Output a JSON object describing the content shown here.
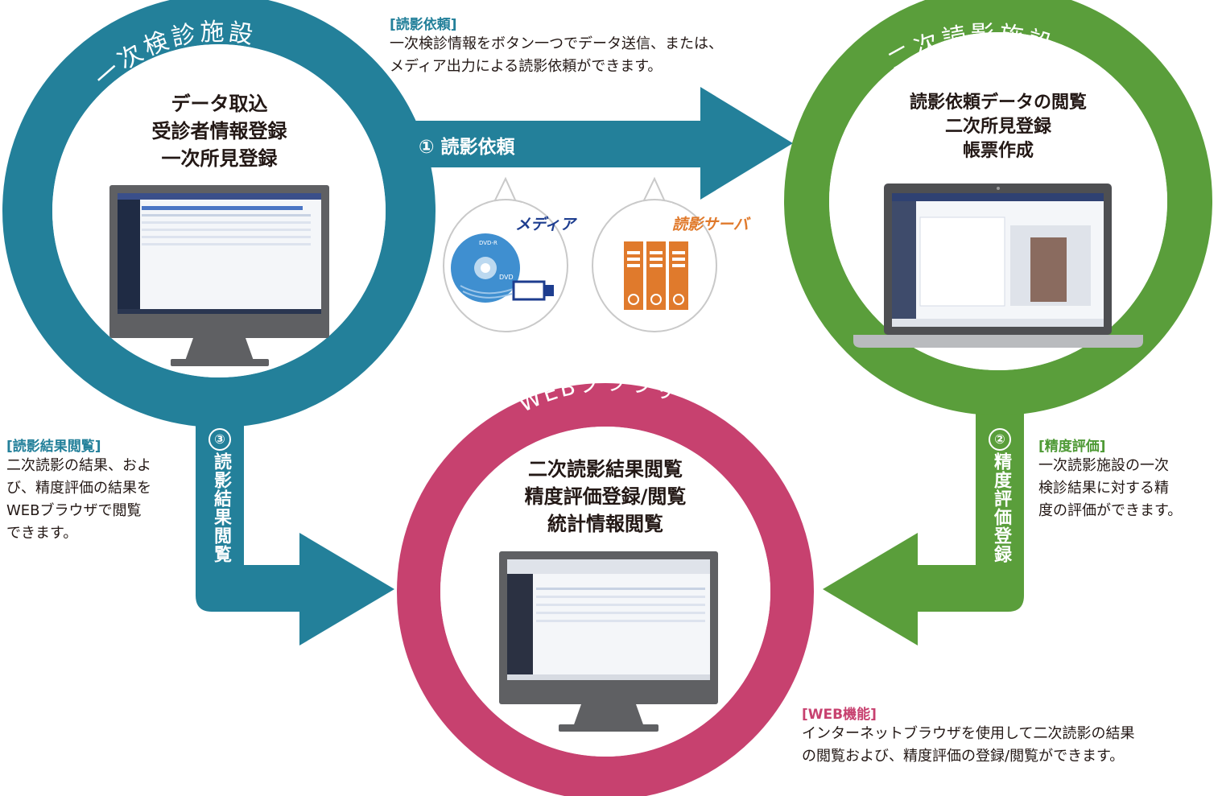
{
  "colors": {
    "teal": "#23809a",
    "green": "#5a9e3b",
    "pink": "#c7416f",
    "note_teal": "#23809a",
    "note_green": "#4f9a36",
    "note_pink": "#c7416f",
    "media_blue": "#1d3d8f",
    "server_orange": "#e07a2c"
  },
  "primary": {
    "title": "一次検診施設",
    "lines": [
      "データ取込",
      "受診者情報登録",
      "一次所見登録"
    ]
  },
  "secondary": {
    "title": "二次読影施設",
    "lines": [
      "読影依頼データの閲覧",
      "二次所見登録",
      "帳票作成"
    ]
  },
  "web": {
    "title": "WEBブラウザ",
    "lines": [
      "二次読影結果閲覧",
      "精度評価登録/閲覧",
      "統計情報閲覧"
    ]
  },
  "arrow1": {
    "num": "①",
    "label": "読影依頼"
  },
  "arrow2": {
    "num": "②",
    "label": "精度評価登録"
  },
  "arrow3": {
    "num": "③",
    "label": "読影結果閲覧"
  },
  "bubbles": {
    "media": {
      "label": "メディア",
      "icon": "dvd-usb-icon",
      "disc_text": "DVD-R",
      "disc_label": "DVD"
    },
    "server": {
      "label": "読影サーバ",
      "icon": "server-icon"
    }
  },
  "notes": {
    "request": {
      "title": "[読影依頼]",
      "lines": [
        "一次検診情報をボタン一つでデータ送信、または、",
        "メディア出力による読影依頼ができます。"
      ]
    },
    "results": {
      "title": "[読影結果閲覧]",
      "lines": [
        "二次読影の結果、およ",
        "び、精度評価の結果を",
        "WEBブラウザで閲覧",
        "できます。"
      ]
    },
    "accuracy": {
      "title": "[精度評価]",
      "lines": [
        "一次読影施設の一次",
        "検診結果に対する精",
        "度の評価ができます。"
      ]
    },
    "web": {
      "title": "[WEB機能]",
      "lines": [
        "インターネットブラウザを使用して二次読影の結果",
        "の閲覧および、精度評価の登録/閲覧ができます。"
      ]
    }
  }
}
